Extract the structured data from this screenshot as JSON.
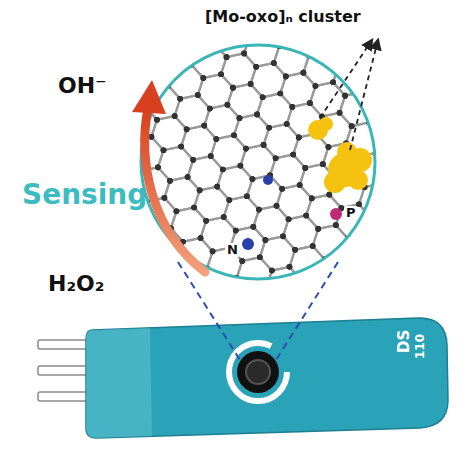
{
  "diagram": {
    "labels": [
      "[Mo-oxo]ₙ cluster",
      "OH⁻",
      "Sensing",
      "H₂O₂",
      "N",
      "P",
      "DS",
      "110"
    ]
  }
}
